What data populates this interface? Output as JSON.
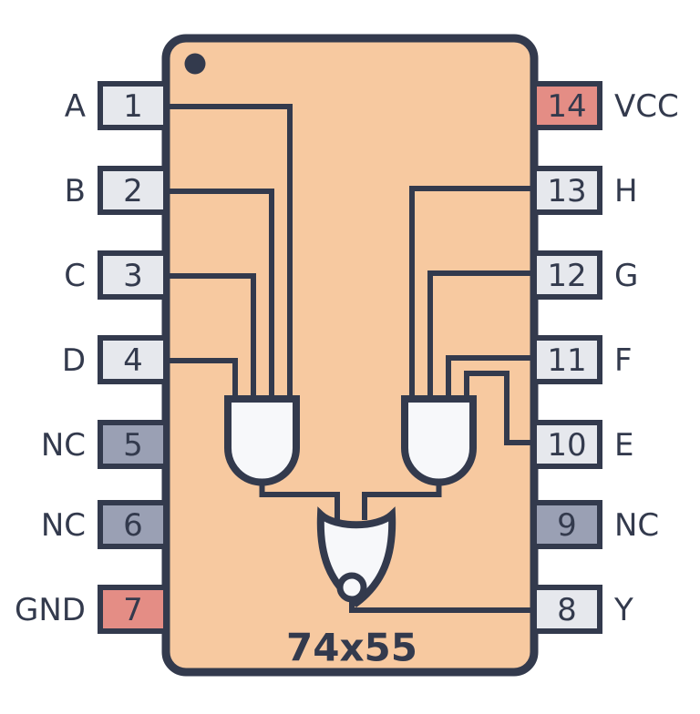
{
  "chip": {
    "name": "74x55",
    "body_color": "#f7c9a0",
    "outline_color": "#333a4d",
    "orientation_dot": "orientation-dot"
  },
  "colors": {
    "body": "#f7c9a0",
    "outline": "#333a4d",
    "pin_default": "#e6e8ed",
    "pin_nc": "#9aa0b4",
    "pin_power": "#e48d85",
    "gate_fill": "#f7f8fa",
    "text": "#333a4d",
    "background": "#ffffff"
  },
  "pins_left": [
    {
      "number": "1",
      "label": "A",
      "type": "signal",
      "fill": "#e6e8ed"
    },
    {
      "number": "2",
      "label": "B",
      "type": "signal",
      "fill": "#e6e8ed"
    },
    {
      "number": "3",
      "label": "C",
      "type": "signal",
      "fill": "#e6e8ed"
    },
    {
      "number": "4",
      "label": "D",
      "type": "signal",
      "fill": "#e6e8ed"
    },
    {
      "number": "5",
      "label": "NC",
      "type": "nc",
      "fill": "#9aa0b4"
    },
    {
      "number": "6",
      "label": "NC",
      "type": "nc",
      "fill": "#9aa0b4"
    },
    {
      "number": "7",
      "label": "GND",
      "type": "power",
      "fill": "#e48d85"
    }
  ],
  "pins_right": [
    {
      "number": "14",
      "label": "VCC",
      "type": "power",
      "fill": "#e48d85"
    },
    {
      "number": "13",
      "label": "H",
      "type": "signal",
      "fill": "#e6e8ed"
    },
    {
      "number": "12",
      "label": "G",
      "type": "signal",
      "fill": "#e6e8ed"
    },
    {
      "number": "11",
      "label": "F",
      "type": "signal",
      "fill": "#e6e8ed"
    },
    {
      "number": "10",
      "label": "E",
      "type": "signal",
      "fill": "#e6e8ed"
    },
    {
      "number": "9",
      "label": "NC",
      "type": "nc",
      "fill": "#9aa0b4"
    },
    {
      "number": "8",
      "label": "Y",
      "type": "signal",
      "fill": "#e6e8ed"
    }
  ],
  "gates": [
    {
      "id": "and-gate-left",
      "type": "AND",
      "inputs": 4,
      "input_pins": [
        "1",
        "2",
        "3",
        "4"
      ]
    },
    {
      "id": "and-gate-right",
      "type": "AND",
      "inputs": 4,
      "input_pins": [
        "13",
        "12",
        "11",
        "10"
      ]
    },
    {
      "id": "nor-gate-output",
      "type": "NOR",
      "inputs": 2,
      "output_pin": "8",
      "inverted": true
    }
  ]
}
